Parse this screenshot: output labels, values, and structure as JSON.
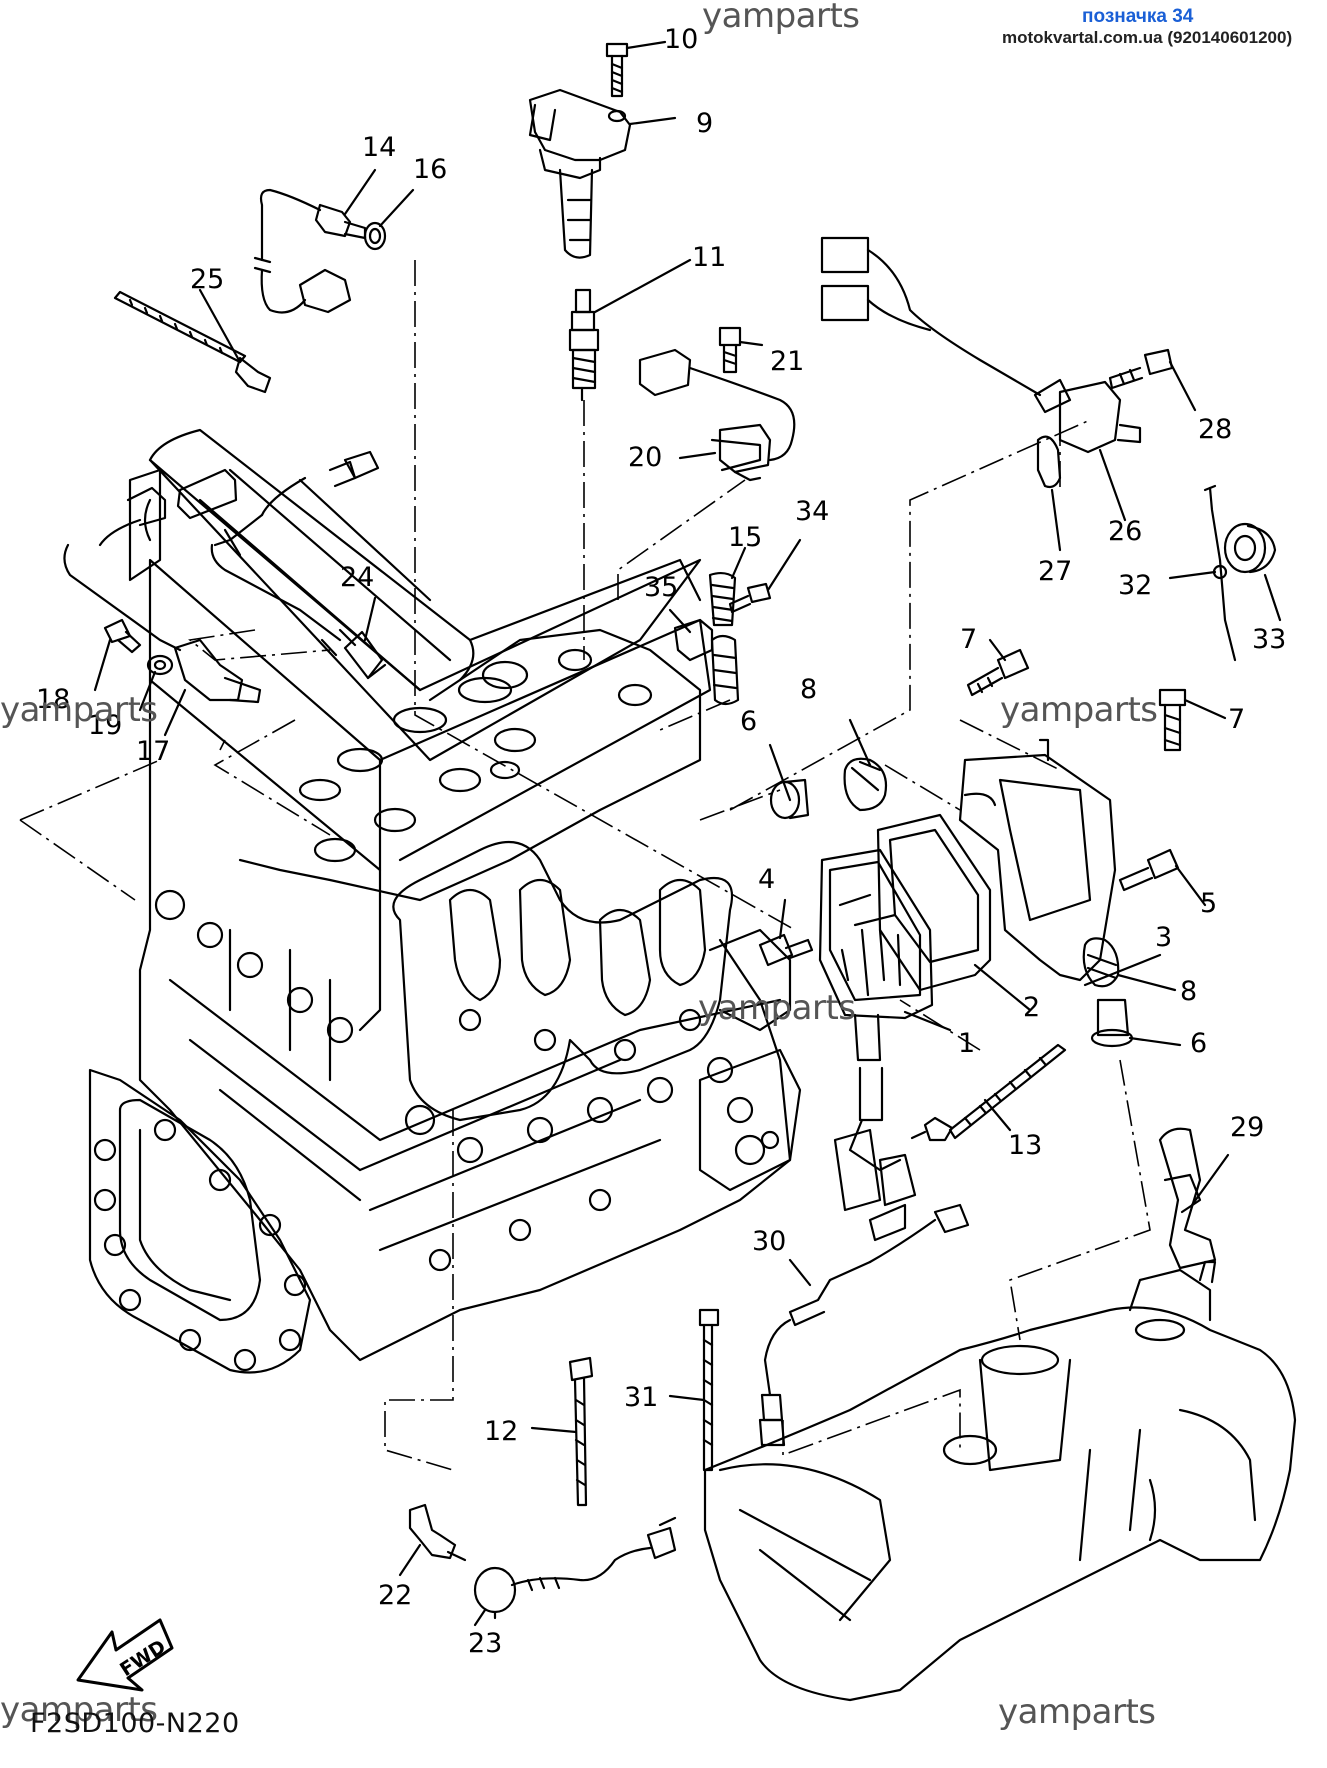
{
  "header": {
    "title": "позначка 34",
    "subtitle": "motokvartal.com.ua (920140601200)"
  },
  "watermarks": [
    "yamparts",
    "yamparts",
    "yamparts",
    "yamparts",
    "yamparts",
    "yamparts"
  ],
  "diagram_code": "F2SD100-N220",
  "fwd_label": "FWD",
  "callouts": [
    "10",
    "9",
    "14",
    "16",
    "25",
    "11",
    "21",
    "20",
    "28",
    "26",
    "27",
    "34",
    "15",
    "35",
    "24",
    "18",
    "19",
    "17",
    "32",
    "33",
    "7",
    "7",
    "8",
    "6",
    "5",
    "3",
    "4",
    "2",
    "8",
    "1",
    "6",
    "13",
    "29",
    "30",
    "31",
    "12",
    "22",
    "23"
  ]
}
